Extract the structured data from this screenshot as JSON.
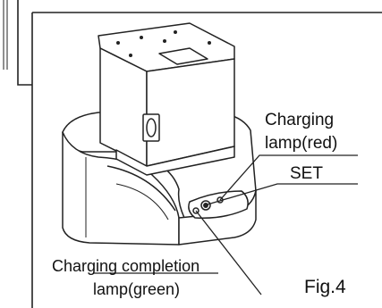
{
  "figure": {
    "labels": {
      "charging_lamp_line1": "Charging",
      "charging_lamp_line2": "lamp(red)",
      "set": "SET",
      "completion_lamp_line1": "Charging completion",
      "completion_lamp_line2": "lamp(green)",
      "fig_number": "Fig.4"
    }
  }
}
